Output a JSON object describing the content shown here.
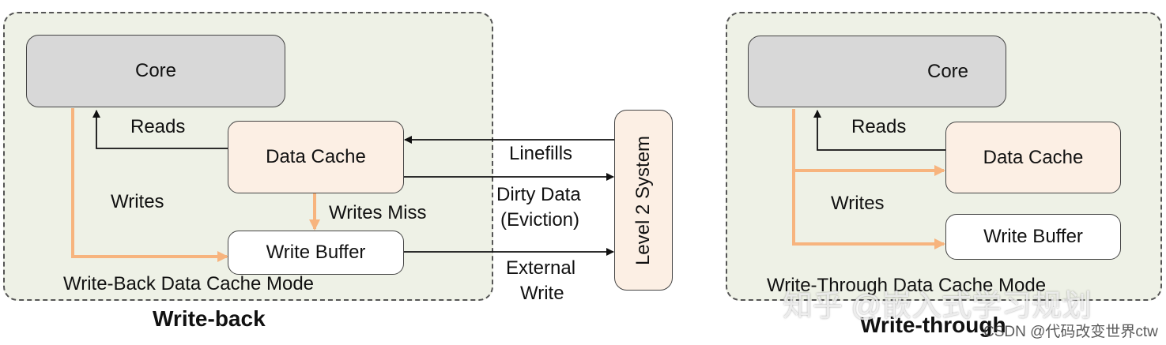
{
  "colors": {
    "accent_arrow": "#f7b47e",
    "panel_bg": "#eef1e6",
    "cache_bg": "#fcefe4"
  },
  "write_back": {
    "core": "Core",
    "data_cache": "Data Cache",
    "write_buffer": "Write Buffer",
    "reads": "Reads",
    "writes": "Writes",
    "writes_miss": "Writes Miss",
    "mode_label": "Write-Back Data Cache Mode",
    "caption": "Write-back"
  },
  "middle": {
    "linefills": "Linefills",
    "dirty_data_line1": "Dirty Data",
    "dirty_data_line2": "(Eviction)",
    "external_line1": "External",
    "external_line2": "Write",
    "level2": "Level 2 System"
  },
  "write_through": {
    "core": "Core",
    "data_cache": "Data Cache",
    "write_buffer": "Write Buffer",
    "reads": "Reads",
    "writes": "Writes",
    "mode_label": "Write-Through Data Cache Mode",
    "caption": "Write-through"
  },
  "watermark": {
    "main": "知乎 @嵌入式学习规划",
    "sub": "CSDN @代码改变世界ctw"
  }
}
